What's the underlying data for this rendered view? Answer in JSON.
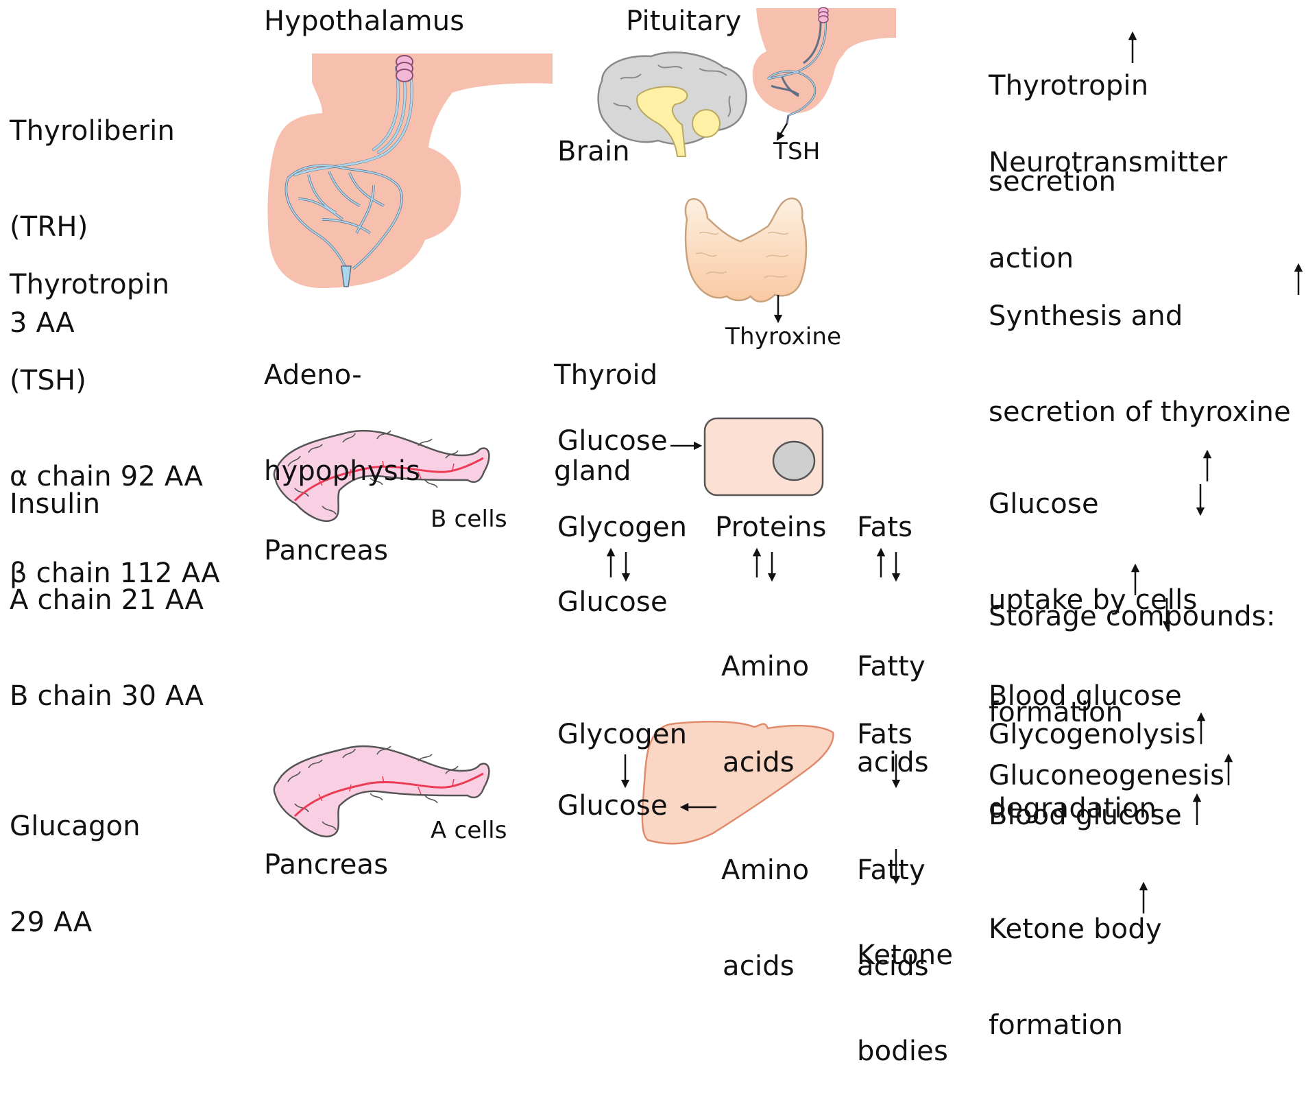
{
  "colors": {
    "tissue": "#f7bfad",
    "tissue_edge": "#e8a08b",
    "vein": "#a9d7ee",
    "vein_dark": "#5f6f86",
    "neuron": "#f2b8d6",
    "brain": "#d7d7d7",
    "brain_inner": "#fff0a6",
    "thyroid": "#fbe0c2",
    "pancreas": "#f9cfe4",
    "pancreas_vessel": "#ec3b54",
    "cell": "#fce0d4",
    "nucleus": "#cfcfcf",
    "liver": "#fad6c4",
    "liver_edge": "#e08a6c"
  },
  "headers": {
    "hypothalamus": "Hypothalamus",
    "pituitary": "Pituitary"
  },
  "rows": {
    "trh": {
      "hormone_lines": [
        "Thyroliberin",
        "(TRH)",
        "3 AA"
      ],
      "effect_lines": [
        "Thyrotropin",
        "secretion"
      ],
      "effect2_lines": [
        "Neurotransmitter",
        "action"
      ],
      "brain_label": "Brain",
      "tsh_label": "TSH"
    },
    "tsh": {
      "hormone_lines": [
        "Thyrotropin",
        "(TSH)",
        "α chain 92 AA",
        "β chain 112 AA"
      ],
      "organ_lines": [
        "Adeno-",
        "hypophysis"
      ],
      "gland_lines": [
        "Thyroid",
        "gland"
      ],
      "product_label": "Thyroxine",
      "effect_lines": [
        "Synthesis and",
        "secretion of thyroxine"
      ]
    },
    "insulin": {
      "hormone_lines": [
        "Insulin",
        "A chain 21 AA",
        "B chain 30 AA"
      ],
      "cells_label": "B cells",
      "organ_label": "Pancreas",
      "glucose_in": "Glucose",
      "pairs": [
        {
          "top": [
            "Glycogen"
          ],
          "bottom": [
            "Glucose"
          ]
        },
        {
          "top": [
            "Proteins"
          ],
          "bottom": [
            "Amino",
            "acids"
          ]
        },
        {
          "top": [
            "Fats"
          ],
          "bottom": [
            "Fatty",
            "acids"
          ]
        }
      ],
      "effect_lines": [
        "Glucose",
        "uptake by cells",
        "Blood glucose"
      ],
      "effect2_lines": [
        "Storage compounds:",
        "formation",
        "degradation"
      ]
    },
    "glucagon": {
      "hormone_lines": [
        "Glucagon",
        "29 AA"
      ],
      "cells_label": "A cells",
      "organ_label": "Pancreas",
      "glycogen": "Glycogen",
      "glucose": "Glucose",
      "amino_lines": [
        "Amino",
        "acids"
      ],
      "fats": "Fats",
      "fatty_lines": [
        "Fatty",
        "acids"
      ],
      "ketone_lines": [
        "Ketone",
        "bodies"
      ],
      "effects": [
        "Glycogenolysis",
        "Gluconeogenesis",
        "Blood glucose"
      ],
      "effect2_lines": [
        "Ketone body",
        "formation"
      ]
    }
  }
}
